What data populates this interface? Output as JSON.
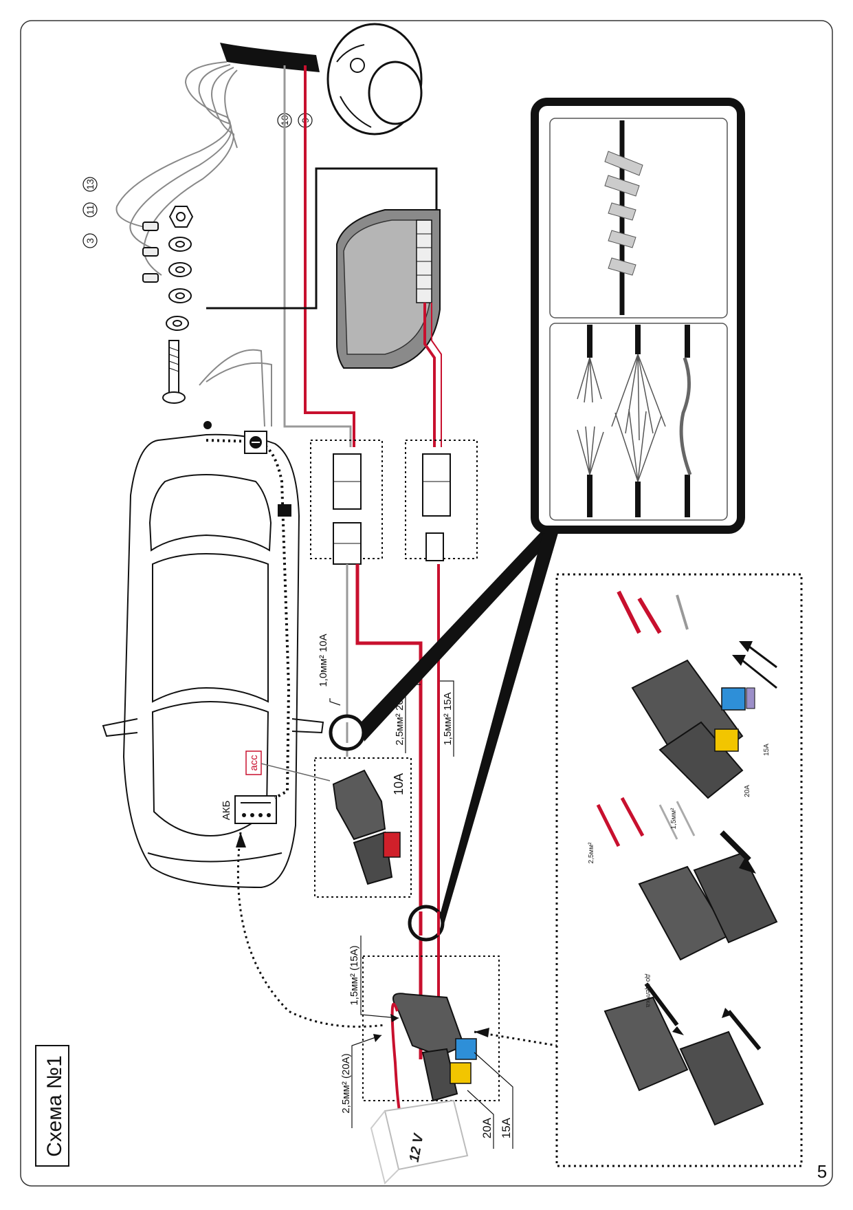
{
  "page": {
    "title": "Схема №1",
    "page_number": "5"
  },
  "labels": {
    "acc": "acc",
    "battery": "АКБ",
    "fuse_10a": "10A",
    "wire_1_0": "1,0мм² 10А",
    "wire_2_5_main": "2,5мм² 20А",
    "wire_1_5_main": "1,5мм² 15А",
    "wire_1_5_bottom": "1,5мм² (15А)",
    "wire_2_5_bottom": "2,5мм² (20А)",
    "fuse_20a": "20A",
    "fuse_15a": "15A",
    "battery_voltage": "12 V",
    "pin_9": "9",
    "pin_10": "10",
    "pin_3": "3",
    "pin_11": "11",
    "pin_13": "13",
    "inset_20a": "20A",
    "inset_15a": "15A",
    "inset_2_5": "2,5мм²",
    "inset_1_5": "1,5мм²",
    "inset_to_click": "до щелчка"
  },
  "colors": {
    "wire_red": "#c8102e",
    "wire_black": "#111111",
    "connector_gray": "#5a5a5a",
    "fuse_blue": "#2e8fd8",
    "fuse_yellow": "#f2c500",
    "fuse_red": "#d0202a",
    "fuse_purple": "#9c8fc8"
  },
  "icons": {
    "ground": "ground-symbol-icon",
    "trailer_socket": "trailer-socket-icon",
    "module": "control-module-icon",
    "car": "car-top-view-icon",
    "battery": "battery-icon"
  }
}
